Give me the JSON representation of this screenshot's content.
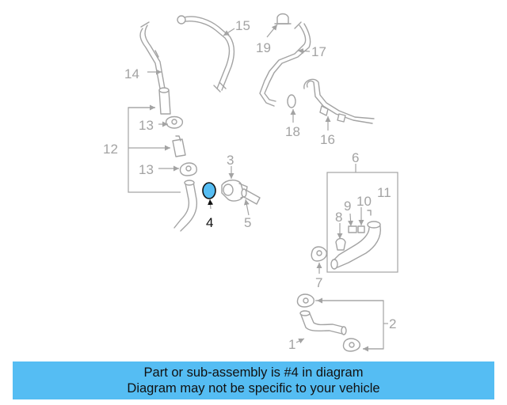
{
  "callouts": {
    "c1": "1",
    "c2": "2",
    "c3": "3",
    "c4": "4",
    "c5": "5",
    "c6": "6",
    "c7": "7",
    "c8": "8",
    "c9": "9",
    "c10": "10",
    "c11": "11",
    "c12": "12",
    "c13a": "13",
    "c13b": "13",
    "c14": "14",
    "c15": "15",
    "c16": "16",
    "c17": "17",
    "c18": "18",
    "c19": "19"
  },
  "highlight": {
    "part": "4",
    "color": "#55bdf3"
  },
  "banner": {
    "line1": "Part or sub-assembly is #4 in diagram",
    "line2": "Diagram may not be specific to your vehicle",
    "background": "#55bdf3"
  }
}
